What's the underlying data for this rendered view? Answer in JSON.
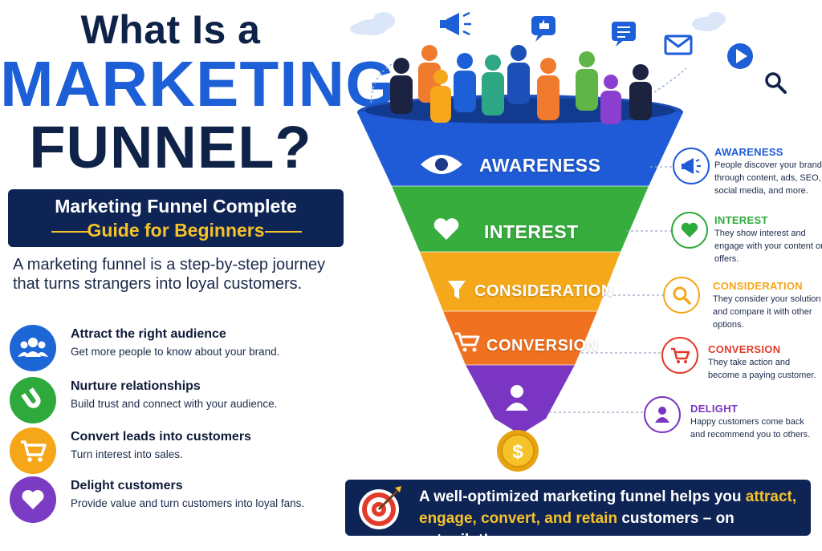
{
  "title": {
    "line1": "What Is a",
    "line2": "MARKETING",
    "line3": "FUNNEL?",
    "subtitle_line1": "Marketing Funnel Complete",
    "subtitle_line2": "Guide for Beginners"
  },
  "intro": "A marketing funnel is a step-by-step journey that turns strangers into loyal customers.",
  "benefits": [
    {
      "title": "Attract the right audience",
      "desc": "Get more people to know about your brand.",
      "icon": "people-icon",
      "color": "#1d66d6"
    },
    {
      "title": "Nurture relationships",
      "desc": "Build trust and connect with your audience.",
      "icon": "magnet-icon",
      "color": "#2eaa3c"
    },
    {
      "title": "Convert leads into customers",
      "desc": "Turn interest into sales.",
      "icon": "cart-icon",
      "color": "#f5a619"
    },
    {
      "title": "Delight customers",
      "desc": "Provide value and turn customers into loyal fans.",
      "icon": "heart-icon",
      "color": "#7b3bc2"
    }
  ],
  "funnel": {
    "stages": [
      {
        "label": "AWARENESS",
        "icon": "eye-icon",
        "color": "#1f5bd6"
      },
      {
        "label": "INTEREST",
        "icon": "heart-icon",
        "color": "#37ad3e"
      },
      {
        "label": "CONSIDERATION",
        "icon": "filter-icon",
        "color": "#f5a91a"
      },
      {
        "label": "CONVERSION",
        "icon": "cart-icon",
        "color": "#f0711f"
      },
      {
        "label": "",
        "icon": "person-icon",
        "color": "#7a36c2"
      }
    ],
    "coin_icon": "dollar-coin-icon"
  },
  "details": [
    {
      "title": "AWARENESS",
      "desc": "People discover your brand through content, ads, SEO, social media, and more.",
      "icon": "megaphone-icon",
      "color": "#1f5bd6"
    },
    {
      "title": "INTEREST",
      "desc": "They show interest and engage with your content or offers.",
      "icon": "heart-icon",
      "color": "#2eaa3c"
    },
    {
      "title": "CONSIDERATION",
      "desc": "They consider your solution and compare it with other options.",
      "icon": "search-icon",
      "color": "#f5a619"
    },
    {
      "title": "CONVERSION",
      "desc": "They take action and become a paying customer.",
      "icon": "cart-icon",
      "color": "#e23b2a"
    },
    {
      "title": "DELIGHT",
      "desc": "Happy customers come back and recommend you to others.",
      "icon": "person-icon",
      "color": "#7a36c2"
    }
  ],
  "banner": {
    "part1": "A well-optimized marketing funnel helps you ",
    "hl1": "attract,",
    "hl2": "engage, convert, and retain",
    "part2": " customers – on autopilot!",
    "icon": "target-icon"
  }
}
